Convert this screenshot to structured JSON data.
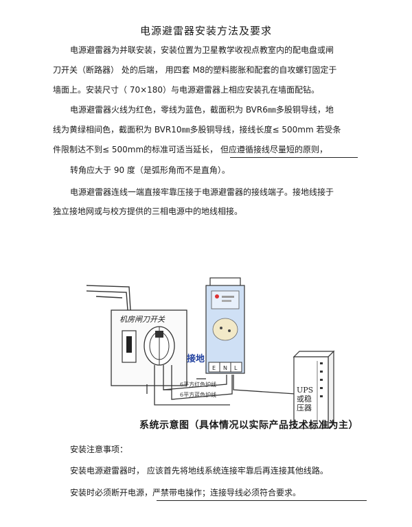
{
  "doc": {
    "title": "电源避雷器安装方法及要求",
    "lines": [
      "电源避雷器为并联安装，安装位置为卫星教学收视点教室内的配电盘或闸",
      "刀开关（断路器）  处的后端，  用四套   M8的塑料膨胀和配套的自攻螺钉固定于",
      "墙面上。安装尺寸（     70×180）与电源避雷器上相应安装孔在墙面配钻。",
      "电源避雷器火线为红色，零线为蓝色，截面积为         BVR6㎜多股铜导线，地",
      "线为黄绿相间色，截面积为     BVR10㎜多股铜导线，接线长度≤     500mm 若受条",
      "件限制达不到≤  500mm的标准可适当延长，    但应遵循接线尽量短的原则，",
      "转角应大于    90 度（是弧形角而不是直角）。",
      "电源避雷器连线一端直接牢靠压接于电源避雷器的接线端子。接地线接于",
      "独立接地网或与校方提供的三相电源中的地线相接。"
    ],
    "notes": [
      "安装注意事项：",
      "安装电源避雷器时，    应该首先将地线系统连接牢靠后再连接其他线路。",
      "安装时必须断开电源，严禁带电操作；连接导线必须符合要求。"
    ]
  },
  "diagram": {
    "switch_label": "机房闸刀开关",
    "ground_label": "接地",
    "wire_label_1": "6平方红色护线",
    "wire_label_2": "6平方蓝色护线",
    "ups_label": "UPS或稳压器",
    "caption": "系统示意图（具体情况以实际产品技术标准为主）",
    "terminal_labels": [
      "E",
      "N",
      "L"
    ],
    "colors": {
      "ground_text": "#1f3f9e",
      "device_panel": "#cfe0f5",
      "device_window": "#f2e9c8"
    }
  }
}
